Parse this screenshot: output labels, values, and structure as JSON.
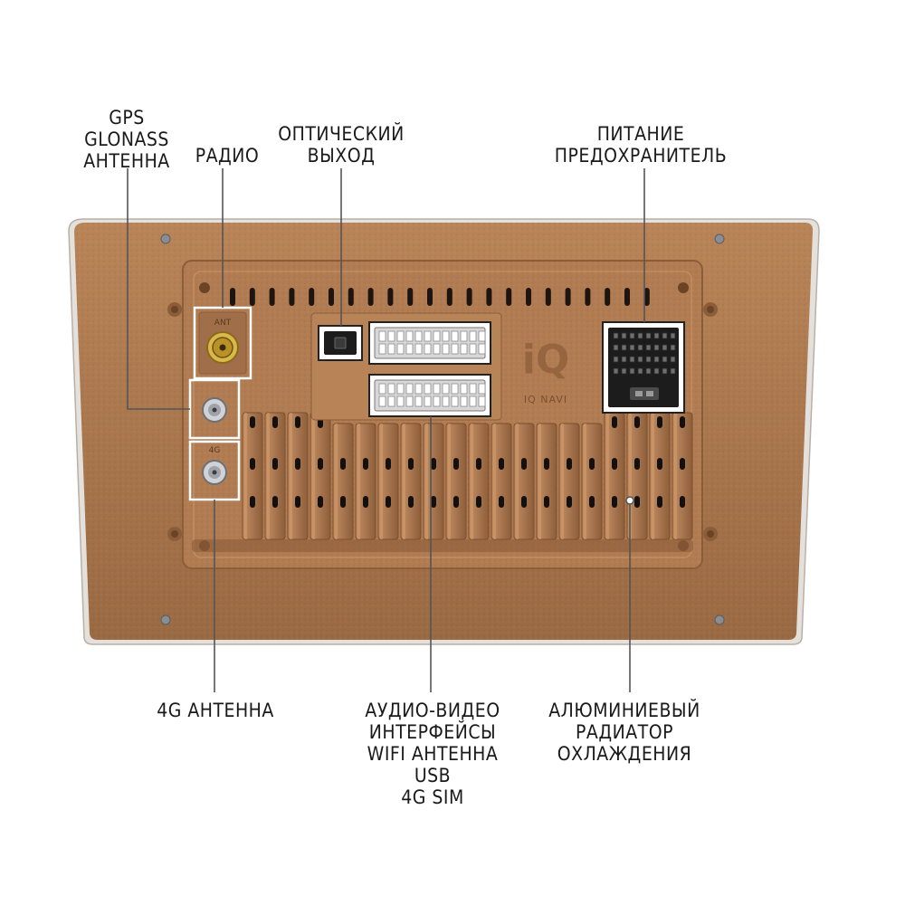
{
  "labels": {
    "gps": [
      "GPS",
      "GLONASS",
      "АНТЕННА"
    ],
    "radio": [
      "РАДИО"
    ],
    "optical": [
      "ОПТИЧЕСКИЙ",
      "ВЫХОД"
    ],
    "power": [
      "ПИТАНИЕ",
      "ПРЕДОХРАНИТЕЛЬ"
    ],
    "antenna_4g": [
      "4G АНТЕННА"
    ],
    "av": [
      "АУДИО-ВИДЕО",
      "ИНТЕРФЕЙСЫ",
      "WIFI АНТЕННА",
      "USB",
      "4G SIM"
    ],
    "radiator": [
      "АЛЮМИНИЕВЫЙ",
      "РАДИАТОР",
      "ОХЛАЖДЕНИЯ"
    ]
  },
  "device": {
    "port_labels": {
      "ant": "ANT",
      "g4": "4G"
    },
    "brand_mark": "iQ",
    "brand_name": "IQ NAVI"
  },
  "colors": {
    "housing": "#a9784f",
    "housing_dark": "#8a5c38",
    "housing_light": "#c08a5e",
    "connector_black": "#1c1c1c",
    "connector_gray": "#d8d8d8",
    "callout_line": "#555555",
    "callout_box": "#ffffff"
  }
}
